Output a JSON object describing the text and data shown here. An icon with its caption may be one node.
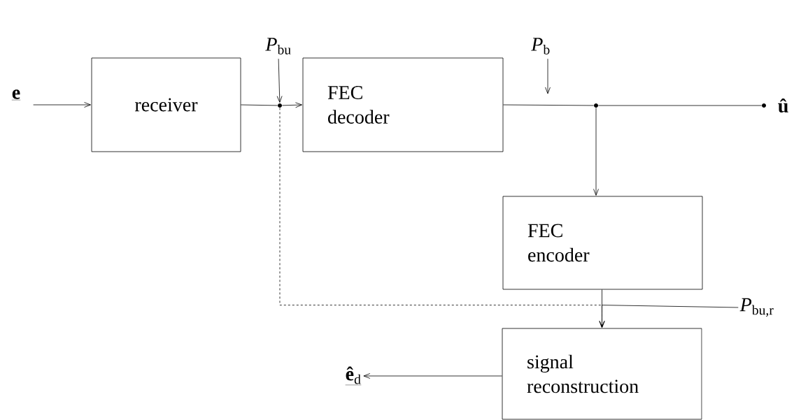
{
  "diagram": {
    "nodes": [
      {
        "text": [
          "e"
        ]
      },
      {
        "text": [
          "receiver"
        ]
      },
      {
        "text": [],
        "shape": "circle"
      },
      {
        "text": [
          "FEC decoder"
        ]
      },
      {
        "text": [
          "*P*$_{bu}$"
        ]
      },
      {
        "text": [
          "*P*$_{b}$"
        ]
      },
      {
        "text": [],
        "shape": "circle"
      },
      {
        "text": [],
        "shape": "circle",
        "beside": [
          "û"
        ]
      },
      {
        "text": [
          "FEC encoder"
        ]
      },
      {
        "text": [
          "*P*$_{bu,r}$"
        ]
      },
      {
        "text": [
          "signal reconstruction"
        ]
      },
      {
        "text": [
          "**ê**$_{d}$"
        ]
      }
    ],
    "edges": [
      {
        "from": 0,
        "to": 1,
        "arrow": "to"
      },
      {
        "from": 1,
        "to": 2,
        "arrow": "none"
      },
      {
        "from": 2,
        "to": 3,
        "arrow": "to"
      },
      {
        "from": 4,
        "to": 2,
        "arrow": "to"
      },
      {
        "from": 5,
        "to": null,
        "arrow": "to"
      },
      {
        "from": 3,
        "to": 6,
        "arrow": "none"
      },
      {
        "from": 6,
        "to": 7,
        "arrow": "none"
      },
      {
        "from": 6,
        "to": 8,
        "arrow": "to"
      },
      {
        "from": 2,
        "to": 10,
        "arrow": "to",
        "style": "dashed"
      },
      {
        "from": 8,
        "to": 10,
        "arrow": "to"
      },
      {
        "from": 9,
        "to": 10,
        "arrow": "to"
      },
      {
        "from": 10,
        "to": 11,
        "arrow": "to"
      }
    ]
  }
}
